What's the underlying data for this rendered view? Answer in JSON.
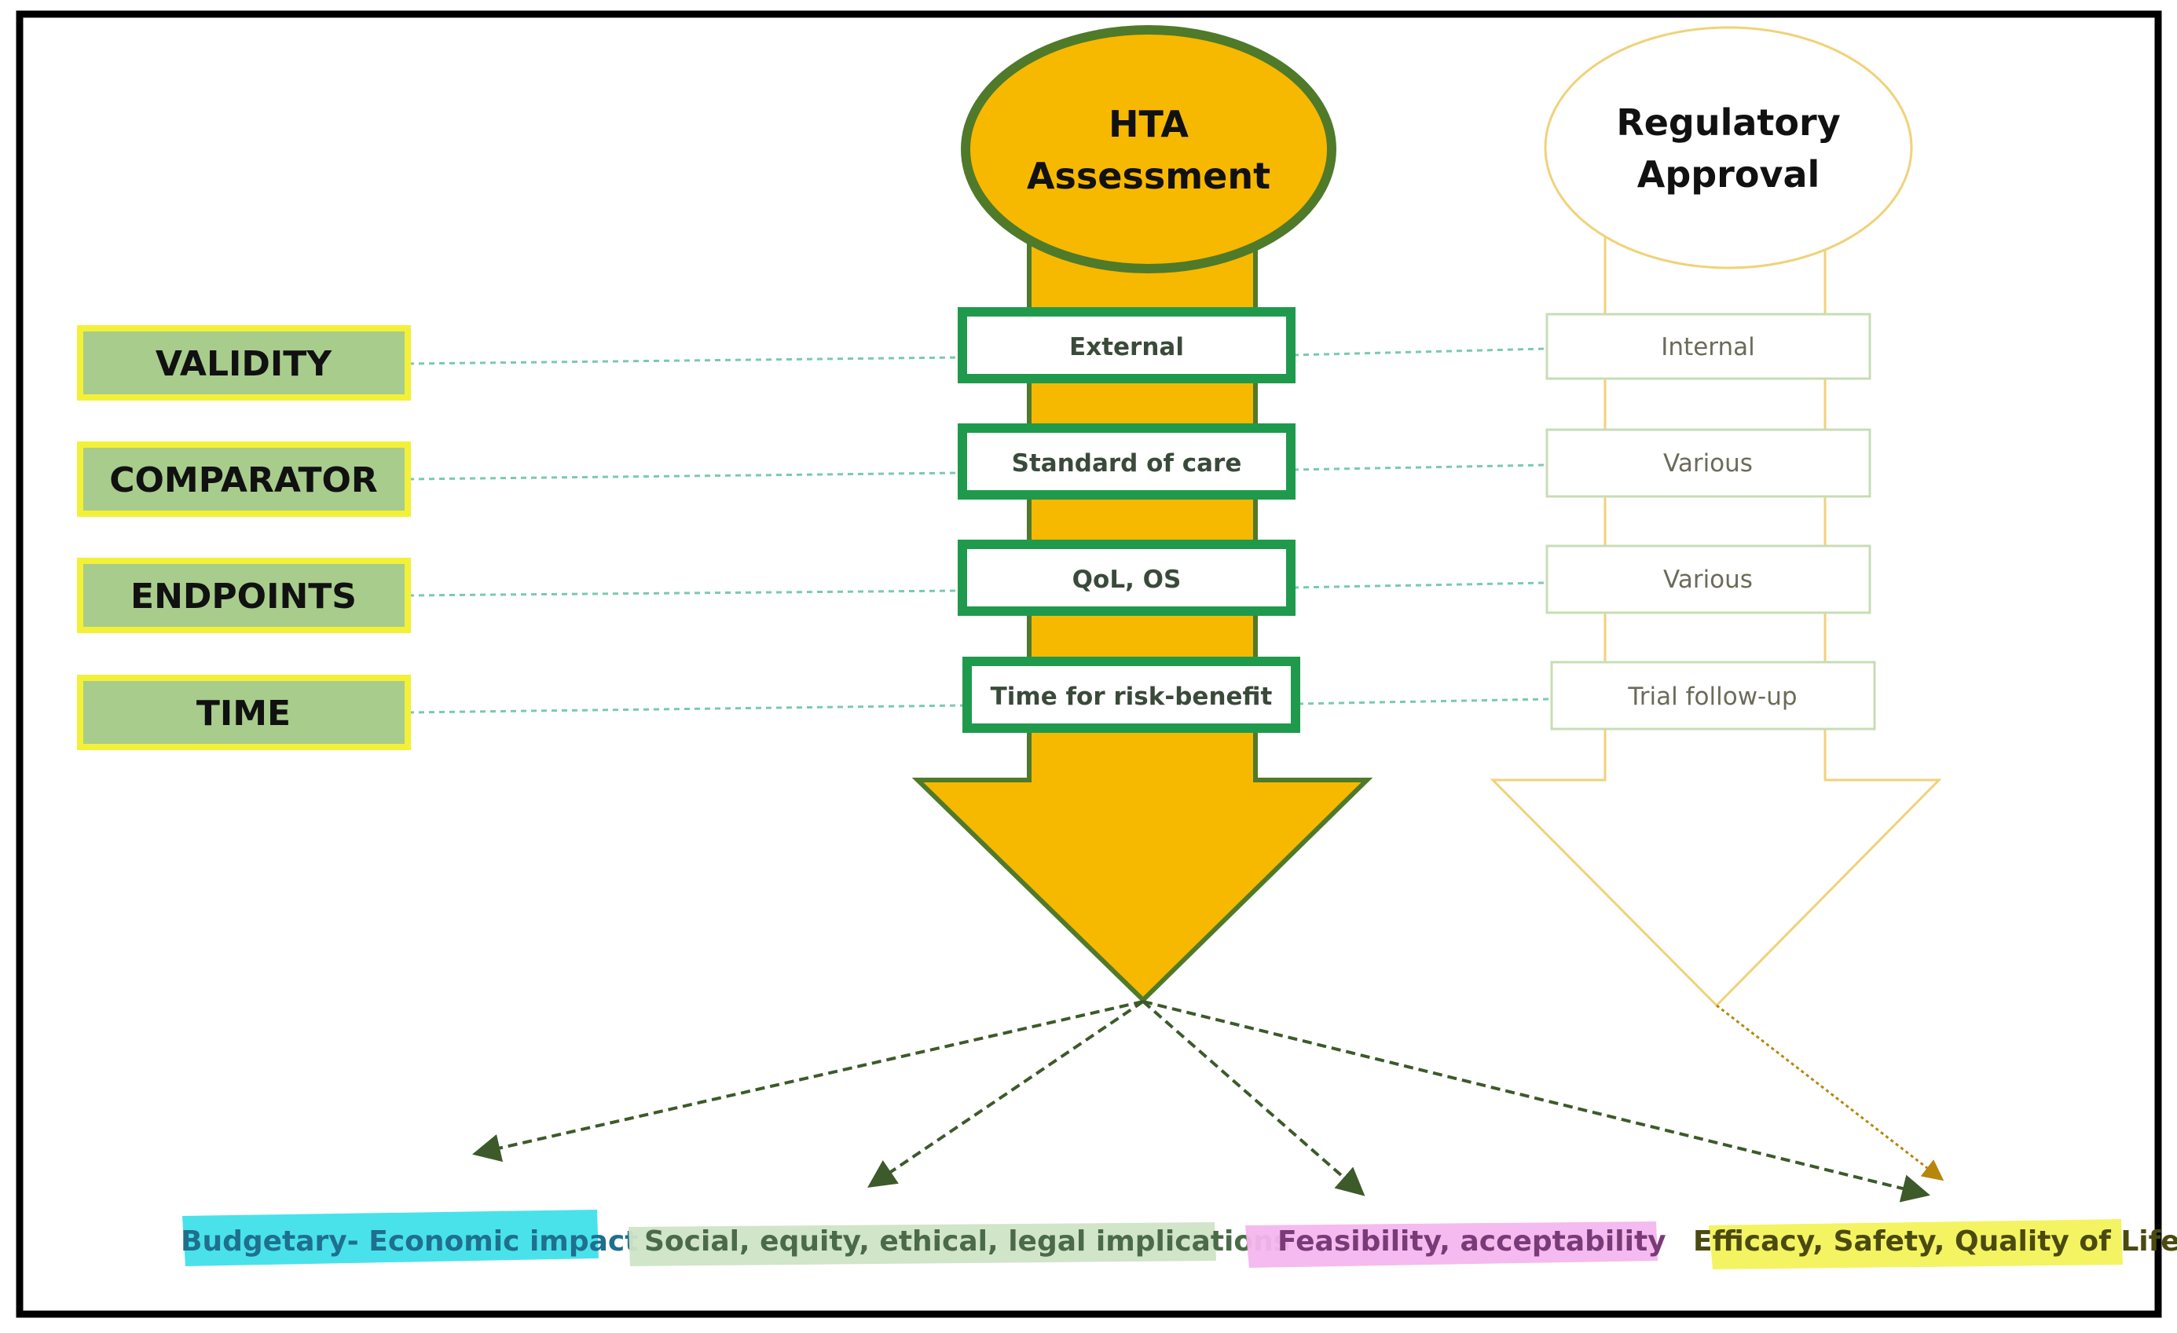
{
  "hta": {
    "line1": "HTA",
    "line2": "Assessment"
  },
  "regulatory": {
    "line1": "Regulatory",
    "line2": "Approval"
  },
  "criteria": [
    {
      "label": "VALIDITY",
      "hta": "External",
      "regulatory": "Internal"
    },
    {
      "label": "COMPARATOR",
      "hta": "Standard of care",
      "regulatory": "Various"
    },
    {
      "label": "ENDPOINTS",
      "hta": "QoL, OS",
      "regulatory": "Various"
    },
    {
      "label": "TIME",
      "hta": "Time for risk-benefit",
      "regulatory": "Trial follow-up"
    }
  ],
  "outcomes": [
    {
      "text": "Budgetary- Economic impact",
      "highlight": "#3fe0ea",
      "color": "#1f6f8f"
    },
    {
      "text": "Social, equity, ethical, legal implications",
      "highlight": "#cfe4c6",
      "color": "#4a6a48"
    },
    {
      "text": "Feasibility, acceptability",
      "highlight": "#f4b6ee",
      "color": "#7a3a78"
    },
    {
      "text": "Efficacy, Safety, Quality of Life",
      "highlight": "#f3f25a",
      "color": "#4a4a10"
    }
  ],
  "colors": {
    "hta_fill": "#f7b800",
    "hta_stroke": "#4f7a2a",
    "regulatory_stroke": "#f0d27a",
    "box_stroke": "#1f9a4c",
    "category_fill": "#a8cc8c",
    "category_stroke": "#f3f038",
    "connector": "#7ac9b2"
  }
}
